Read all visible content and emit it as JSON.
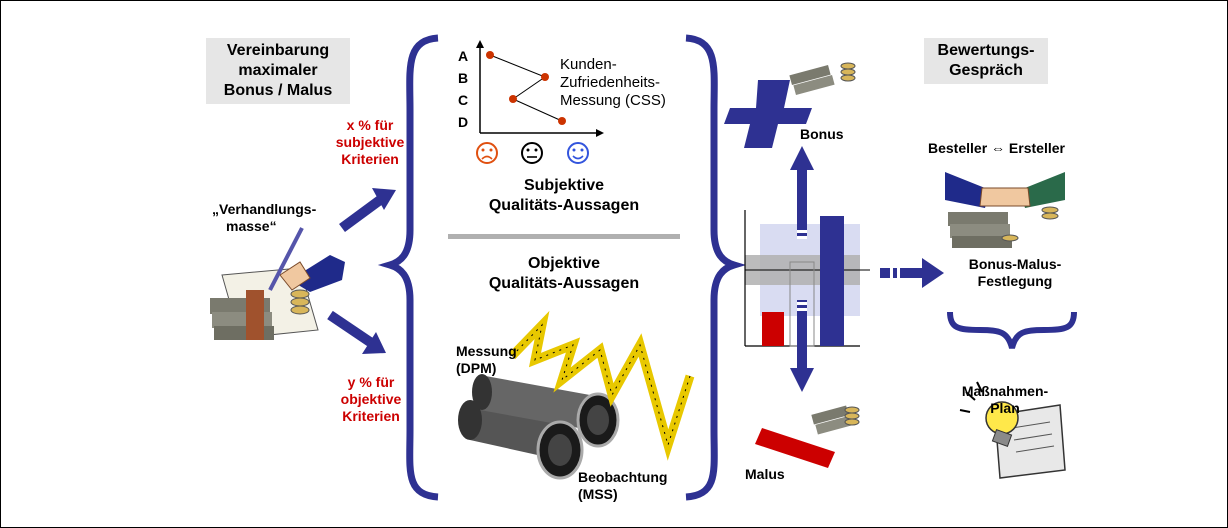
{
  "left": {
    "agreement": [
      "Vereinbarung",
      "maximaler",
      "Bonus / Malus"
    ],
    "subjective_pct": [
      "x % für",
      "subjektive",
      "Kriterien"
    ],
    "objective_pct": [
      "y % für",
      "objektive",
      "Kriterien"
    ],
    "pool": [
      "„Verhandlungs-",
      "masse“"
    ]
  },
  "middle": {
    "csi_grades": [
      "A",
      "B",
      "C",
      "D"
    ],
    "csi_label": [
      "Kunden-",
      "Zufriedenheits-",
      "Messung (CSS)"
    ],
    "subjective_title": [
      "Subjektive",
      "Qualitäts-Aussagen"
    ],
    "objective_title": [
      "Objektive",
      "Qualitäts-Aussagen"
    ],
    "measurement": [
      "Messung",
      "(DPM)"
    ],
    "observation": [
      "Beobachtung",
      "(MSS)"
    ]
  },
  "right": {
    "bonus": "Bonus",
    "malus": "Malus",
    "review": [
      "Bewertungs-",
      "Gespräch"
    ],
    "parties": "Besteller ⇔ Ersteller",
    "determination": [
      "Bonus-Malus-",
      "Festlegung"
    ],
    "action_plan": [
      "Maßnahmen-",
      "Plan"
    ]
  },
  "colors": {
    "arrow": "#2e3192",
    "red_text": "#cc0000",
    "bar_red": "#cc0000",
    "bar_blue": "#2e3192",
    "band_light": "#d9dcf2",
    "band_gray": "#b0b0b0"
  }
}
